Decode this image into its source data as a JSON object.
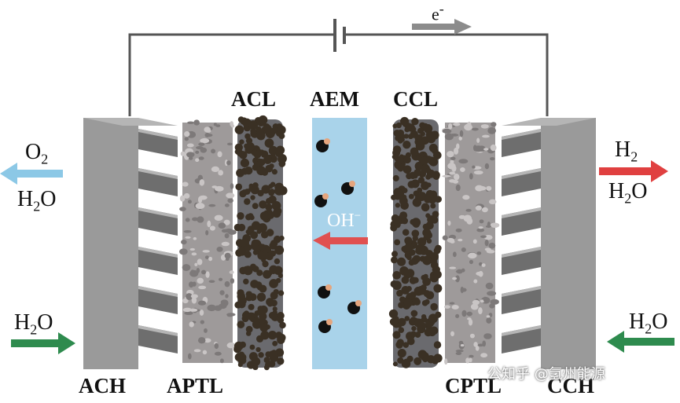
{
  "title_electron": "e",
  "title_electron_sup": "-",
  "labels": {
    "acl": "ACL",
    "aem": "AEM",
    "ccl": "CCL",
    "ach": "ACH",
    "aptl": "APTL",
    "cptl": "CPTL",
    "cch": "CCH"
  },
  "flows": {
    "left_out_top": {
      "species": "O",
      "sub": "2",
      "color": "#8cc8e6"
    },
    "left_out_bottom": {
      "species": "H",
      "sub": "2",
      "tail": "O"
    },
    "left_in": {
      "species": "H",
      "sub": "2",
      "tail": "O",
      "color": "#2e8b4e"
    },
    "right_out_top": {
      "species": "H",
      "sub": "2",
      "color": "#e04040"
    },
    "right_out_bottom": {
      "species": "H",
      "sub": "2",
      "tail": "O"
    },
    "right_in": {
      "species": "H",
      "sub": "2",
      "tail": "O",
      "color": "#2e8b4e"
    }
  },
  "ion": {
    "text": "OH",
    "sup": "−",
    "arrow_color": "#e05050"
  },
  "watermark": "公知乎 @氢州能源",
  "colors": {
    "membrane": "#a9d3ea",
    "plate_front": "#9a9a9a",
    "plate_side": "#6e6e6e",
    "plate_top": "#b5b5b5",
    "ptl": "#9e9a9a",
    "catalyst_dot": "#3a3024",
    "catalyst_base": "#6a6a6e",
    "wire": "#555555"
  }
}
